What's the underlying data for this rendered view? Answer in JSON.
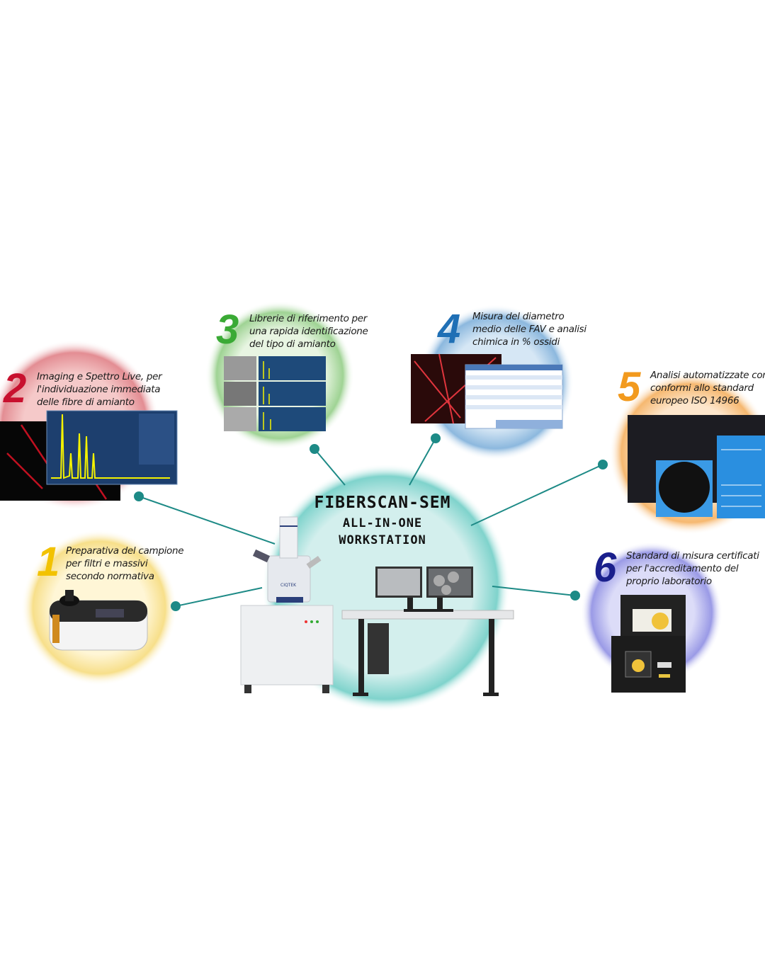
{
  "center": {
    "title": "FIBERSCAN-SEM",
    "subtitle_1": "ALL-IN-ONE",
    "subtitle_2": "WORKSTATION",
    "instrument_brand": "CIQTEK"
  },
  "features": [
    {
      "number": "1",
      "color": "#f2c200",
      "lines": [
        "Preparativa del campione",
        "per filtri e massivi",
        "secondo normativa"
      ]
    },
    {
      "number": "2",
      "color": "#c8102e",
      "lines": [
        "Imaging e Spettro Live, per",
        "l'individuazione immediata",
        "delle fibre di amianto"
      ]
    },
    {
      "number": "3",
      "color": "#3aaa35",
      "lines": [
        "Librerie di riferimento per",
        "una rapida identificazione",
        "del tipo di amianto"
      ]
    },
    {
      "number": "4",
      "color": "#1f6fb5",
      "lines": [
        "Misura del diametro",
        "medio delle FAV e analisi",
        "chimica in % ossidi"
      ]
    },
    {
      "number": "5",
      "color": "#f29a1e",
      "lines": [
        "Analisi automatizzate con",
        "conformi allo standard",
        "europeo ISO 14966"
      ]
    },
    {
      "number": "6",
      "color": "#1a1f8c",
      "lines": [
        "Standard di misura certificati",
        "per l'accreditamento del",
        "proprio laboratorio"
      ]
    }
  ],
  "colors": {
    "connector": "#1d8a86",
    "center_glow": "#bfe9e6"
  }
}
